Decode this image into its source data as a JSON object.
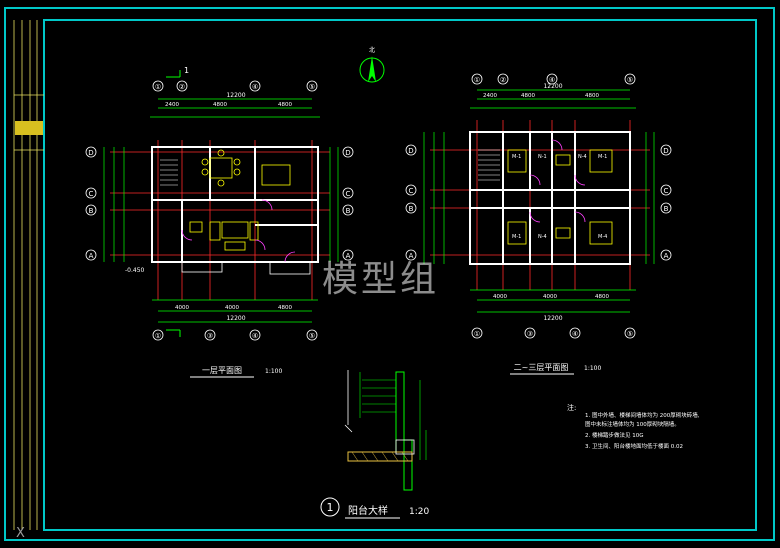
{
  "colors": {
    "background": "#000000",
    "frame": "#00c8c8",
    "grid_axis": "#ff2a2a",
    "wall": "#ffffff",
    "dimension": "#00ff00",
    "furniture": "#ffff00",
    "door": "#ff40ff",
    "text_white": "#ffffff"
  },
  "plans": {
    "first_floor": {
      "title": "一层平面图",
      "scale": "1:100",
      "overall_dim": "12200",
      "bottom_overall_dim": "12200",
      "top_dims": [
        "2400",
        "4800",
        "4800"
      ],
      "bottom_dims": [
        "4000",
        "4000",
        "4800"
      ],
      "col_axes": [
        "①",
        "②",
        "③",
        "④",
        "⑤"
      ],
      "row_axes": [
        "D",
        "C",
        "B",
        "A"
      ],
      "section_mark": "1",
      "level": "-0.450"
    },
    "upper_floor": {
      "title": "二~三层平面图",
      "scale": "1:100",
      "overall_dim": "12200",
      "bottom_overall_dim": "12200",
      "top_dims": [
        "2400",
        "4800",
        "4800"
      ],
      "bottom_dims": [
        "4000",
        "4000",
        "4800"
      ],
      "col_axes": [
        "①",
        "②",
        "③",
        "④",
        "⑤"
      ],
      "row_axes": [
        "D",
        "C",
        "B",
        "A"
      ],
      "room_labels": [
        "M-1",
        "N-1",
        "M-1",
        "N-4",
        "M-1",
        "N-4",
        "M-4"
      ]
    }
  },
  "detail": {
    "number": "1",
    "title": "阳台大样",
    "scale": "1:20"
  },
  "north_arrow": {
    "label": "北"
  },
  "notes": {
    "heading": "注:",
    "lines": [
      "1. 图中外墙、楼梯间墙体均为     200厚砌块砖墙,",
      "   图中未标注墙体均为         100厚砌块隔墙。",
      "2. 楼梯踏步做法见            10G",
      "3. 卫生间、阳台楼地面均低于楼面   0.02"
    ]
  },
  "watermark": "模型组",
  "corner_glyph": "X"
}
